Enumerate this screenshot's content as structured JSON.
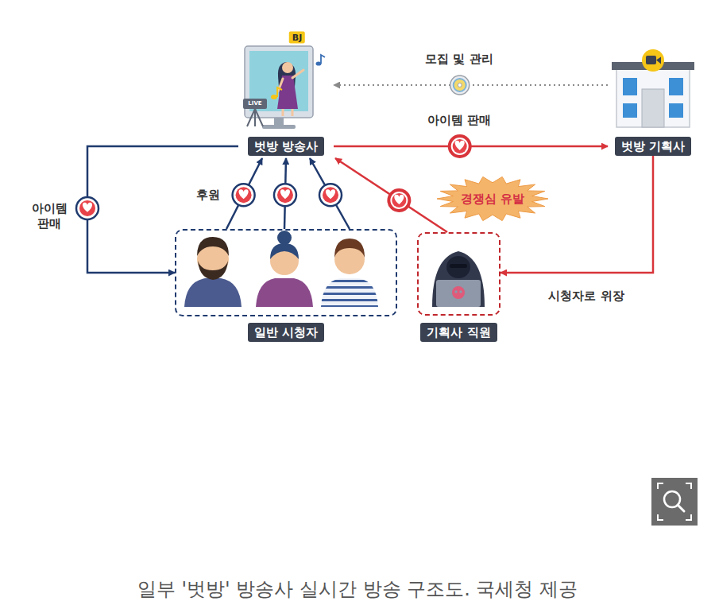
{
  "diagram": {
    "caption": "일부 '벗방' 방송사 실시간 방송 구조도. 국세청 제공",
    "nodes": [
      {
        "text": [
          "벗방 방송사"
        ]
      },
      {
        "text": [
          "벗방 기획사"
        ]
      },
      {
        "text": [
          "일반 시청자"
        ]
      },
      {
        "text": [
          "기획사 직원"
        ]
      }
    ],
    "edges": [
      {
        "from": 1,
        "to": 0,
        "arrow": "to",
        "label": "모집 및 관리"
      },
      {
        "from": 0,
        "to": 1,
        "arrow": "to",
        "label": "아이템 판매"
      },
      {
        "from": 0,
        "to": 2,
        "arrow": "to",
        "label": "아이템 판매"
      },
      {
        "from": 2,
        "to": 0,
        "arrow": "to",
        "label": "후원"
      },
      {
        "from": 2,
        "to": 0,
        "arrow": "to"
      },
      {
        "from": 2,
        "to": 0,
        "arrow": "to"
      },
      {
        "from": 3,
        "to": 0,
        "arrow": "to"
      },
      {
        "from": 1,
        "to": 3,
        "arrow": "to",
        "label": "시청자로 위장"
      }
    ],
    "labels": [
      "BJ",
      "LIVE",
      "경쟁심 유발"
    ]
  }
}
